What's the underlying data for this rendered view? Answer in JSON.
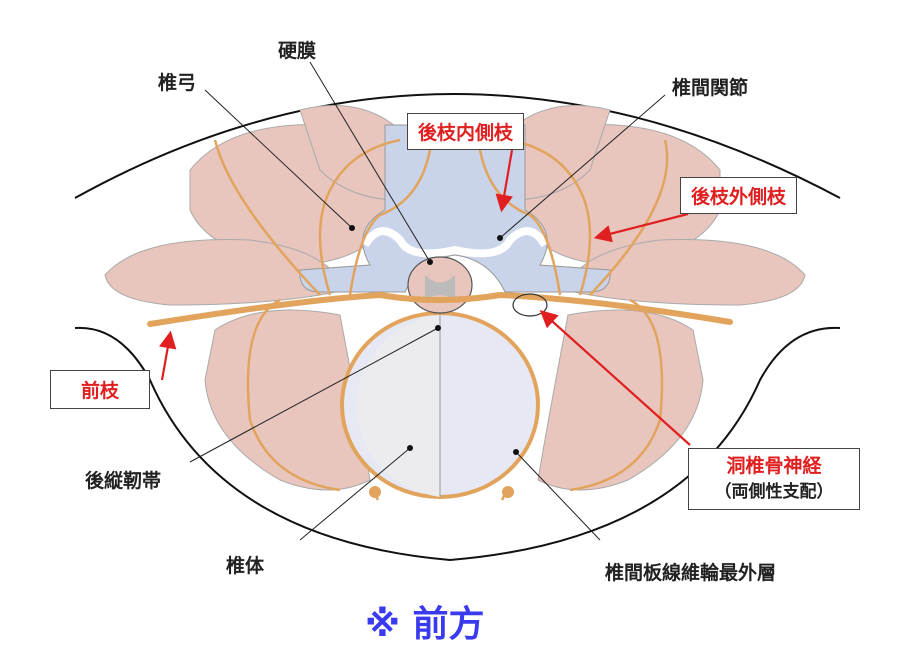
{
  "labels": {
    "vertebral_arch": "椎弓",
    "dura": "硬膜",
    "facet_joint": "椎間関節",
    "medial_branch": "後枝内側枝",
    "lateral_branch": "後枝外側枝",
    "ventral_ramus": "前枝",
    "pll": "後縦靭帯",
    "sinuvertebral_nerve": "洞椎骨神経",
    "sinuvertebral_note": "（両側性支配）",
    "vertebral_body": "椎体",
    "annulus": "椎間板線維輪最外層",
    "front": "※ 前方"
  },
  "colors": {
    "muscle": "#e8c5bd",
    "bone": "#c9d3ea",
    "nerve": "#e2a45c",
    "disc": "#ececef",
    "red": "#e02020",
    "blue": "#3a3af0"
  }
}
